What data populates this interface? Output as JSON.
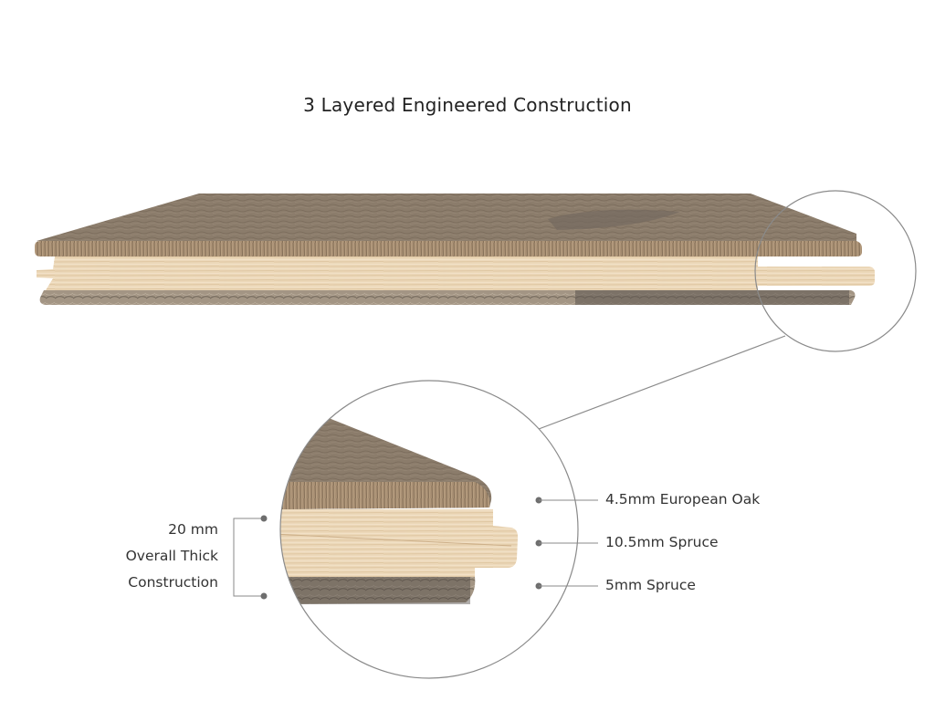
{
  "title": "3 Layered Engineered Construction",
  "layers": [
    {
      "label": "4.5mm European Oak"
    },
    {
      "label": "10.5mm Spruce"
    },
    {
      "label": "5mm Spruce"
    }
  ],
  "overall": {
    "line1": "20 mm",
    "line2": "Overall Thick",
    "line3": "Construction"
  },
  "colors": {
    "oak_top": "#8a7b6a",
    "oak_edge": "#a48d74",
    "spruce_core": "#e9d4b4",
    "spruce_back": "#9c8f80",
    "line": "#7a7a7a"
  }
}
